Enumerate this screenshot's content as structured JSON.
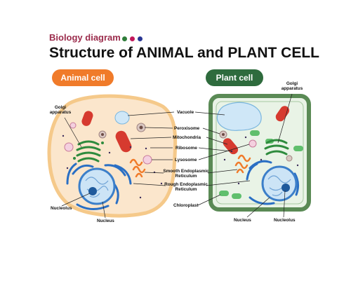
{
  "header": {
    "kicker": "Biology diagram",
    "dot_colors": [
      "#2e7d3a",
      "#c2185b",
      "#283593"
    ],
    "title": "Structure of ANIMAL and PLANT CELL"
  },
  "cells": {
    "animal": {
      "title": "Animal cell",
      "color": "#f07b2a",
      "membrane": "#f5c98a",
      "cytoplasm": "#fbe6cc"
    },
    "plant": {
      "title": "Plant cell",
      "color": "#2e6b3d",
      "wall": "#5a8a55",
      "cytoplasm": "#e9f3e6"
    }
  },
  "labels": {
    "center": {
      "vacuole": "Vacuole",
      "peroxisome": "Peroxisome",
      "mitochondria": "Mitochondria",
      "ribosome": "Ribosome",
      "lysosome": "Lysosome",
      "smooth_er_line1": "Smooth Endoplasmic",
      "smooth_er_line2": "Reticulum",
      "rough_er_line1": "Rough Endoplasmic",
      "rough_er_line2": "Reticulum",
      "chloroplast": "Chloroplast"
    },
    "animal": {
      "golgi_line1": "Golgi",
      "golgi_line2": "apparatus",
      "nucleolus": "Nucleolus",
      "nucleus": "Nucleus"
    },
    "plant": {
      "golgi_line1": "Golgi",
      "golgi_line2": "apparatus",
      "nucleus": "Nucleus",
      "nucleolus": "Nucleolus"
    }
  }
}
